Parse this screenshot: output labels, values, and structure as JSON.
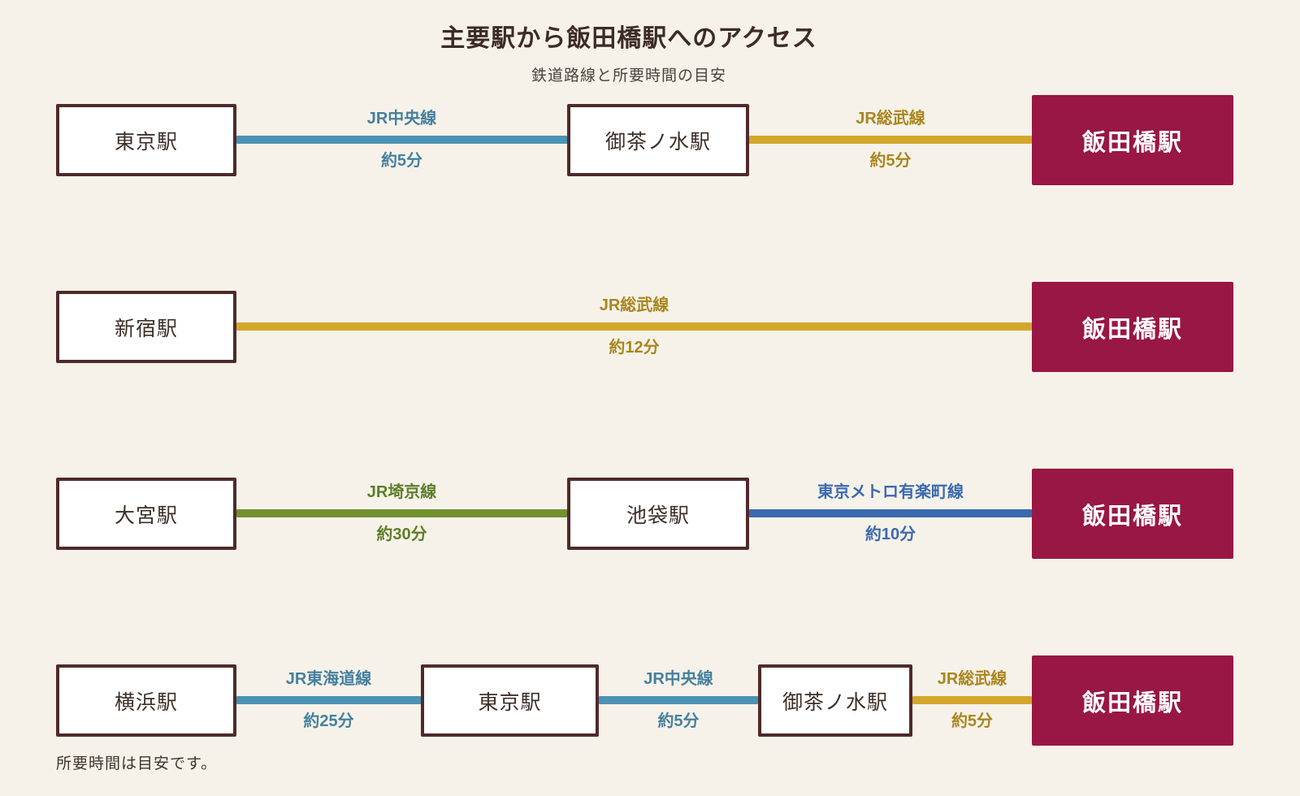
{
  "page": {
    "title": "主要駅から飯田橋駅へのアクセス",
    "subtitle": "鉄道路線と所要時間の目安",
    "footnote": "所要時間は目安です。"
  },
  "colors": {
    "background": "#f6f2e9",
    "station_box_bg": "#ffffff",
    "station_box_border": "#4f2a2b",
    "station_text": "#3d2e28",
    "destination_bg": "#981744",
    "destination_text": "#ffffff",
    "lines": {
      "jr_chuo": "#4d92b5",
      "jr_sobu": "#d4a72c",
      "jr_saikyo": "#719130",
      "jr_tokaido": "#4d92b5",
      "metro_yurakucho": "#3b69ae"
    }
  },
  "routes": [
    {
      "stations": [
        "東京駅",
        "御茶ノ水駅"
      ],
      "destination": "飯田橋駅",
      "legs": [
        {
          "line": "JR中央線",
          "time": "約5分",
          "line_color": "#4d92b5",
          "label_color": "#45809f"
        },
        {
          "line": "JR総武線",
          "time": "約5分",
          "line_color": "#d4a72c",
          "label_color": "#a9861e"
        }
      ]
    },
    {
      "stations": [
        "新宿駅"
      ],
      "destination": "飯田橋駅",
      "legs": [
        {
          "line": "JR総武線",
          "time": "約12分",
          "line_color": "#d4a72c",
          "label_color": "#a9861e"
        }
      ]
    },
    {
      "stations": [
        "大宮駅",
        "池袋駅"
      ],
      "destination": "飯田橋駅",
      "legs": [
        {
          "line": "JR埼京線",
          "time": "約30分",
          "line_color": "#719130",
          "label_color": "#5d7e2a"
        },
        {
          "line": "東京メトロ有楽町線",
          "time": "約10分",
          "line_color": "#3b69ae",
          "label_color": "#3b6ab0"
        }
      ]
    },
    {
      "stations": [
        "横浜駅",
        "東京駅",
        "御茶ノ水駅"
      ],
      "destination": "飯田橋駅",
      "legs": [
        {
          "line": "JR東海道線",
          "time": "約25分",
          "line_color": "#4d92b5",
          "label_color": "#45809f"
        },
        {
          "line": "JR中央線",
          "time": "約5分",
          "line_color": "#4d92b5",
          "label_color": "#45809f"
        },
        {
          "line": "JR総武線",
          "time": "約5分",
          "line_color": "#d4a72c",
          "label_color": "#a9861e"
        }
      ]
    }
  ]
}
